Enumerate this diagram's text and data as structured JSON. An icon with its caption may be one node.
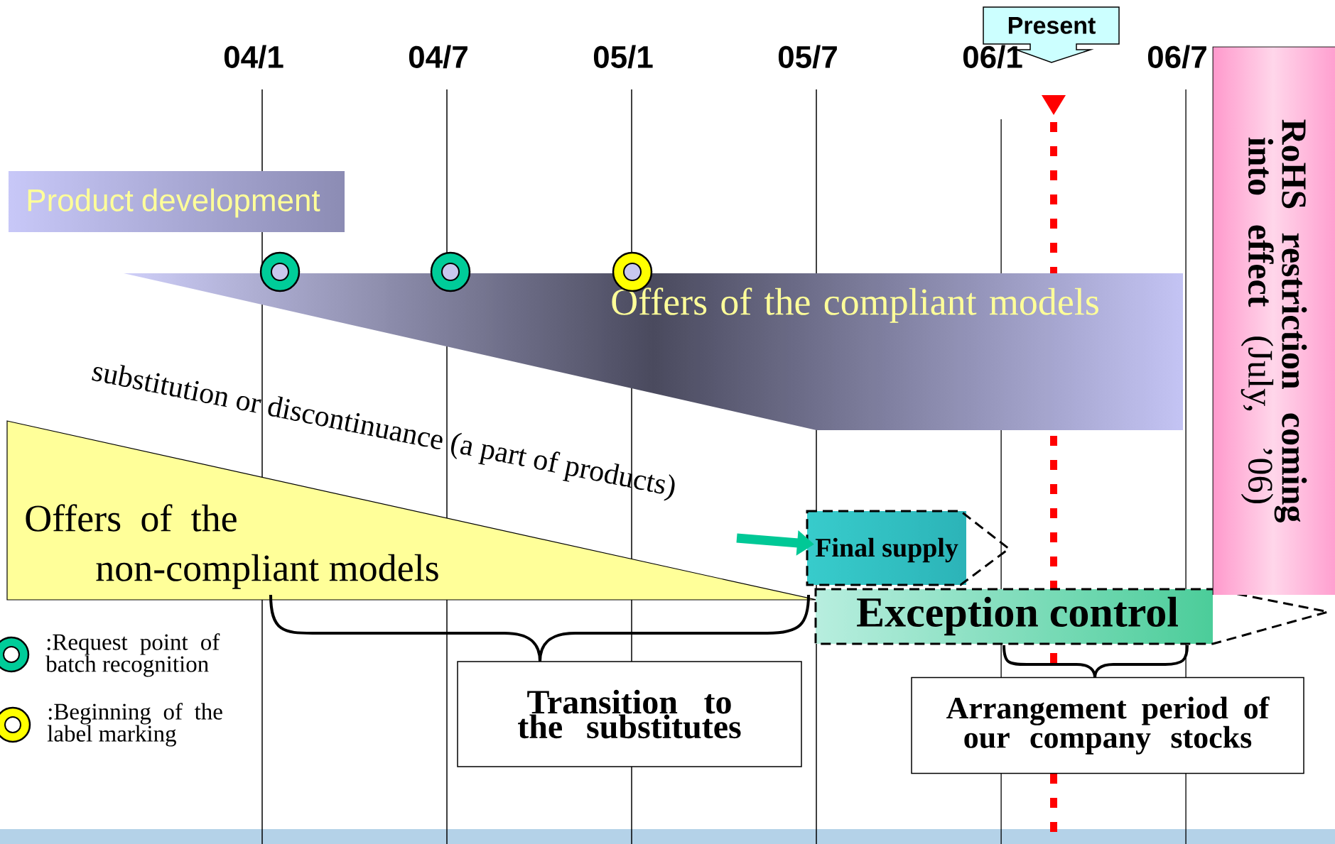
{
  "diagram": {
    "nodes": [
      {
        "text": [
          "Present"
        ]
      },
      {
        "text": [
          "Product development"
        ]
      },
      {
        "text": [
          "Offers of the compliant models"
        ]
      },
      {
        "text": [
          "Offers of the non-compliant models"
        ]
      },
      {
        "text": [
          "Final supply"
        ]
      },
      {
        "text": [
          "Exception control"
        ]
      },
      {
        "text": [
          "Transition to the substitutes"
        ]
      },
      {
        "text": [
          "Arrangement period of our company stocks"
        ]
      },
      {
        "text": [
          "**RoHS restriction coming into effect** (July, ’06)"
        ]
      }
    ],
    "edges": [
      {
        "from": null,
        "to": 4,
        "arrow": "to",
        "color": "#00c896"
      }
    ],
    "labels": [
      "04/1",
      "04/7",
      "05/1",
      "05/7",
      "06/1",
      "06/7",
      "substitution or discontinuance (a part of products)"
    ],
    "legend": [
      {
        "text": ":Request point of batch recognition",
        "color": "#00cc99"
      },
      {
        "text": ":Beginning of the label marking",
        "color": "#ffff00"
      }
    ]
  }
}
